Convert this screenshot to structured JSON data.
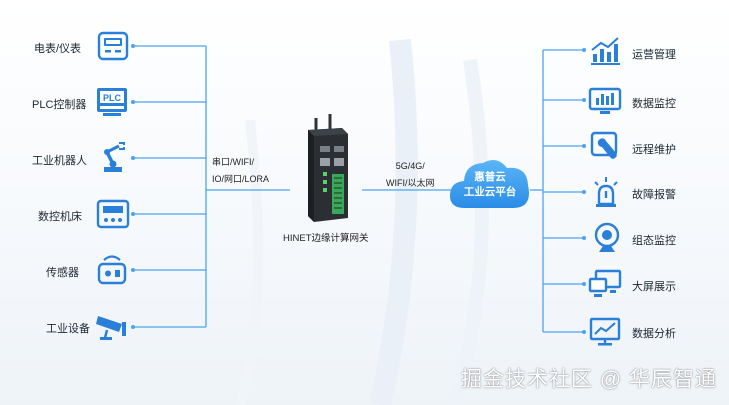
{
  "left_devices": [
    {
      "label": "电表/仪表",
      "icon": "meter-icon"
    },
    {
      "label": "PLC控制器",
      "icon": "plc-icon",
      "icon_text": "PLC"
    },
    {
      "label": "工业机器人",
      "icon": "robot-arm-icon"
    },
    {
      "label": "数控机床",
      "icon": "cnc-machine-icon"
    },
    {
      "label": "传感器",
      "icon": "sensor-icon"
    },
    {
      "label": "工业设备",
      "icon": "camera-device-icon"
    }
  ],
  "left_protocol": {
    "line1": "串口/WIFI/",
    "line2": "IO/网口/LORA"
  },
  "gateway_label": "HINET边缘计算网关",
  "right_protocol": {
    "line1": "5G/4G/",
    "line2": "WIFI/以太网"
  },
  "cloud": {
    "line1": "惠普云",
    "line2": "工业云平台"
  },
  "right_functions": [
    {
      "label": "运营管理",
      "icon": "bar-chart-icon"
    },
    {
      "label": "数据监控",
      "icon": "monitor-chart-icon"
    },
    {
      "label": "远程维护",
      "icon": "wrench-icon"
    },
    {
      "label": "故障报警",
      "icon": "alarm-icon"
    },
    {
      "label": "组态监控",
      "icon": "webcam-icon"
    },
    {
      "label": "大屏展示",
      "icon": "screens-icon"
    },
    {
      "label": "数据分析",
      "icon": "analytics-icon"
    }
  ],
  "watermark": "掘金技术社区 @ 华辰智通",
  "colors": {
    "accent": "#2f8ee8",
    "icon_blue": "#2a7fd9",
    "cloud": "#3a9ff0",
    "line": "#4da3ef"
  }
}
